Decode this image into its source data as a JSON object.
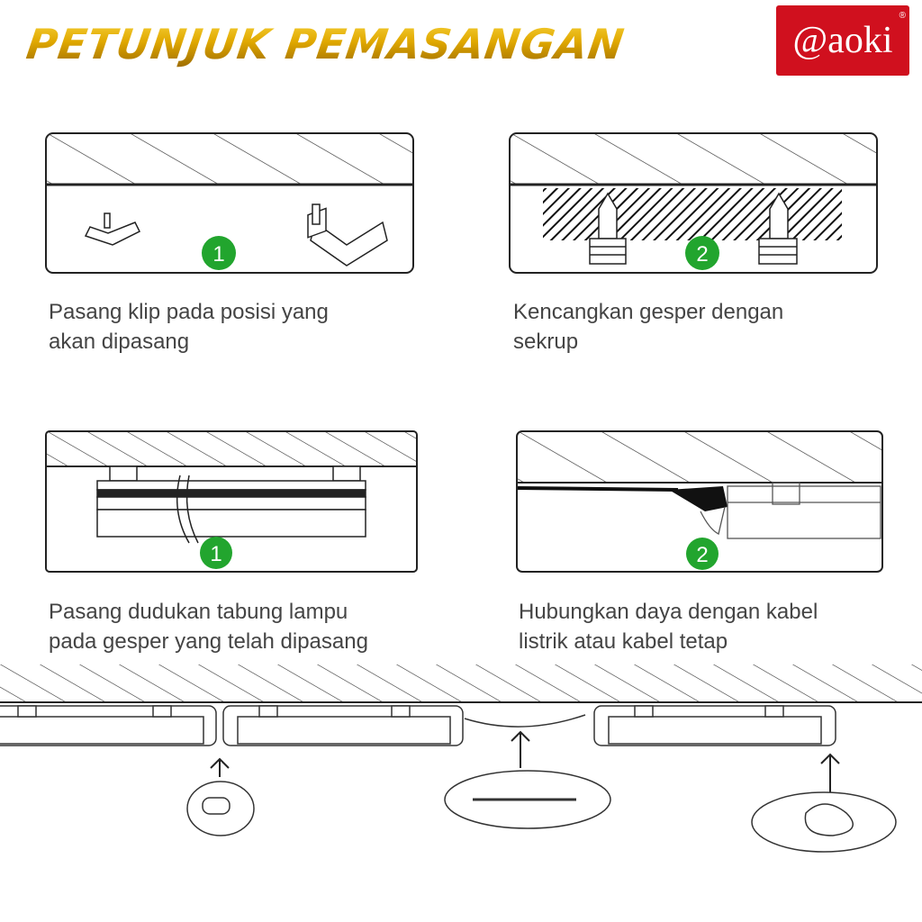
{
  "header": {
    "title": "PETUNJUK PEMASANGAN",
    "logo_text": "@aoki",
    "logo_mark": "®"
  },
  "steps": [
    {
      "badge": "1",
      "caption_line1": "Pasang klip pada posisi yang",
      "caption_line2": "akan dipasang"
    },
    {
      "badge": "2",
      "caption_line1": "Kencangkan gesper dengan",
      "caption_line2": "sekrup"
    },
    {
      "badge": "1",
      "caption_line1": "Pasang dudukan tabung lampu",
      "caption_line2": "pada gesper yang telah dipasang"
    },
    {
      "badge": "2",
      "caption_line1": "Hubungkan daya dengan kabel",
      "caption_line2": "listrik atau kabel tetap"
    }
  ],
  "colors": {
    "badge": "#22a52e",
    "logo": "#d0101e",
    "title_gold": "#e0a800"
  }
}
